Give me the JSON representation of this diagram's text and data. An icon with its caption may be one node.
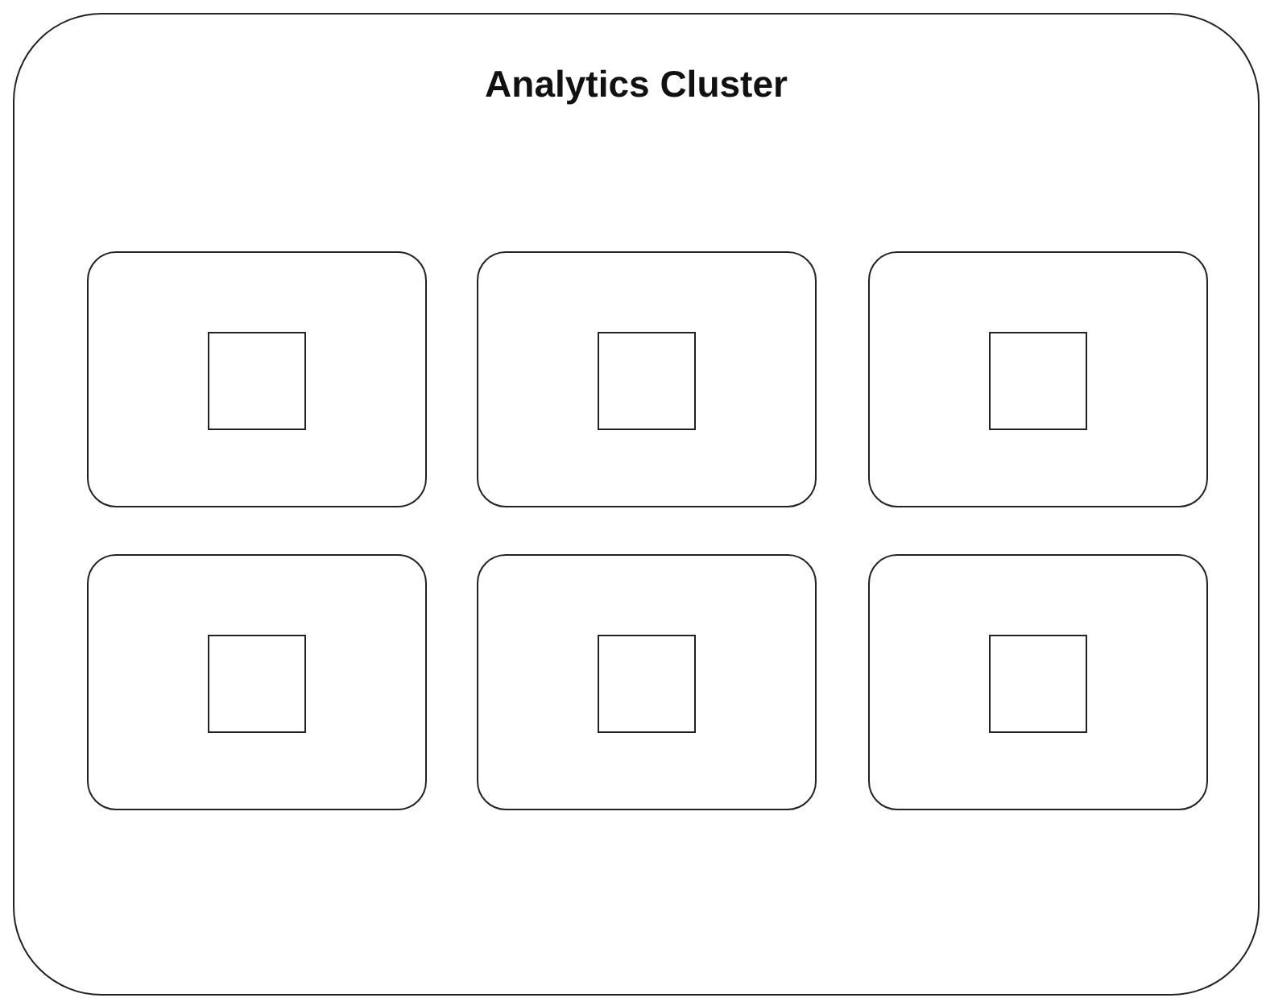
{
  "diagram": {
    "nodes": [
      {
        "text": [
          "Analytics Cluster"
        ]
      },
      {
        "text": [],
        "shape": "box",
        "in": 0
      },
      {
        "text": [],
        "shape": "box",
        "in": 1
      },
      {
        "text": [],
        "shape": "box",
        "in": 0
      },
      {
        "text": [],
        "shape": "box",
        "in": 3
      },
      {
        "text": [],
        "shape": "box",
        "in": 0
      },
      {
        "text": [],
        "shape": "box",
        "in": 5
      },
      {
        "text": [],
        "shape": "box",
        "in": 0
      },
      {
        "text": [],
        "shape": "box",
        "in": 7
      },
      {
        "text": [],
        "shape": "box",
        "in": 0
      },
      {
        "text": [],
        "shape": "box",
        "in": 9
      },
      {
        "text": [],
        "shape": "box",
        "in": 0
      },
      {
        "text": [],
        "shape": "box",
        "in": 11
      }
    ]
  }
}
